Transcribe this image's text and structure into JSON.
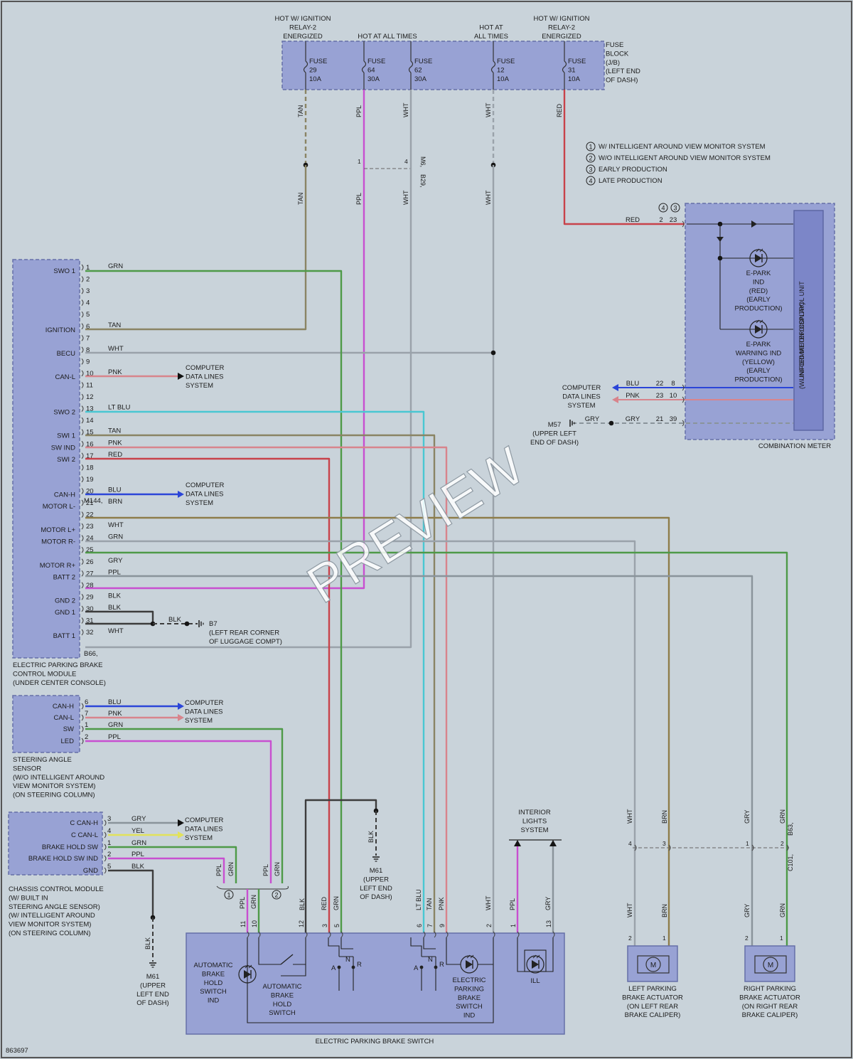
{
  "fuse_block": {
    "top_labels": [
      {
        "lines": [
          "HOT W/ IGNITION",
          "RELAY-2",
          "ENERGIZED"
        ]
      },
      {
        "lines": [
          "HOT AT ALL TIMES"
        ]
      },
      {
        "lines": [
          "HOT AT",
          "ALL TIMES"
        ]
      },
      {
        "lines": [
          "HOT W/ IGNITION",
          "RELAY-2",
          "ENERGIZED"
        ]
      }
    ],
    "name_lines": [
      "FUSE",
      "BLOCK",
      "(J/B)",
      "(LEFT END",
      "OF DASH)"
    ],
    "fuses": [
      {
        "lines": [
          "FUSE",
          "29",
          "10A"
        ]
      },
      {
        "lines": [
          "FUSE",
          "64",
          "30A"
        ]
      },
      {
        "lines": [
          "FUSE",
          "62",
          "30A"
        ]
      },
      {
        "lines": [
          "FUSE",
          "12",
          "10A"
        ]
      },
      {
        "lines": [
          "FUSE",
          "31",
          "10A"
        ]
      }
    ]
  },
  "legend": [
    {
      "num": "1",
      "text": "W/ INTELLIGENT AROUND VIEW MONITOR SYSTEM"
    },
    {
      "num": "2",
      "text": "W/O INTELLIGENT AROUND VIEW MONITOR SYSTEM"
    },
    {
      "num": "3",
      "text": "EARLY PRODUCTION"
    },
    {
      "num": "4",
      "text": "LATE PRODUCTION"
    }
  ],
  "wire_colors": {
    "tan": "#8a8464",
    "ppl": "#c84fd0",
    "wht": "#9aa2aa",
    "red": "#c8424a",
    "grn": "#4e9a48",
    "pnk": "#d8848c",
    "ltblu": "#49c7d2",
    "blu": "#2b45d8",
    "brn": "#8e7d4a",
    "gry": "#8a949b",
    "blk": "#3c3c3c",
    "yel": "#e2e25a",
    "box": "#98a2d4",
    "border": "#6670a8",
    "bg": "#c9d3da"
  },
  "epb_module": {
    "pins": [
      {
        "pin": "1",
        "label": "SWO 1",
        "wire": "GRN"
      },
      {
        "pin": "2",
        "label": "",
        "wire": ""
      },
      {
        "pin": "3",
        "label": "",
        "wire": ""
      },
      {
        "pin": "4",
        "label": "",
        "wire": ""
      },
      {
        "pin": "5",
        "label": "",
        "wire": ""
      },
      {
        "pin": "6",
        "label": "IGNITION",
        "wire": "TAN"
      },
      {
        "pin": "7",
        "label": "",
        "wire": ""
      },
      {
        "pin": "8",
        "label": "BECU",
        "wire": "WHT"
      },
      {
        "pin": "9",
        "label": "",
        "wire": ""
      },
      {
        "pin": "10",
        "label": "CAN-L",
        "wire": "PNK"
      },
      {
        "pin": "11",
        "label": "",
        "wire": ""
      },
      {
        "pin": "12",
        "label": "",
        "wire": ""
      },
      {
        "pin": "13",
        "label": "SWO 2",
        "wire": "LT BLU"
      },
      {
        "pin": "14",
        "label": "",
        "wire": ""
      },
      {
        "pin": "15",
        "label": "SWI 1",
        "wire": "TAN"
      },
      {
        "pin": "16",
        "label": "SW IND",
        "wire": "PNK"
      },
      {
        "pin": "17",
        "label": "SWI 2",
        "wire": "RED"
      },
      {
        "pin": "18",
        "label": "",
        "wire": ""
      },
      {
        "pin": "19",
        "label": "",
        "wire": ""
      },
      {
        "pin": "20",
        "label": "CAN-H",
        "wire": "BLU"
      },
      {
        "pin": "21",
        "label": "MOTOR L-",
        "wire": "BRN"
      },
      {
        "pin": "22",
        "label": "",
        "wire": ""
      },
      {
        "pin": "23",
        "label": "MOTOR L+",
        "wire": "WHT"
      },
      {
        "pin": "24",
        "label": "MOTOR R-",
        "wire": "GRN"
      },
      {
        "pin": "25",
        "label": "",
        "wire": ""
      },
      {
        "pin": "26",
        "label": "MOTOR R+",
        "wire": "GRY"
      },
      {
        "pin": "27",
        "label": "BATT 2",
        "wire": "PPL"
      },
      {
        "pin": "28",
        "label": "",
        "wire": ""
      },
      {
        "pin": "29",
        "label": "GND 2",
        "wire": "BLK"
      },
      {
        "pin": "30",
        "label": "GND 1",
        "wire": "BLK"
      },
      {
        "pin": "31",
        "label": "",
        "wire": ""
      },
      {
        "pin": "32",
        "label": "BATT 1",
        "wire": "WHT"
      }
    ],
    "connector_a": "M144,",
    "connector_b": "B66,",
    "name_lines": [
      "ELECTRIC PARKING BRAKE",
      "CONTROL MODULE",
      "(UNDER CENTER CONSOLE)"
    ]
  },
  "steering_sensor": {
    "pins": [
      {
        "pin": "6",
        "label": "CAN-H",
        "wire": "BLU"
      },
      {
        "pin": "7",
        "label": "CAN-L",
        "wire": "PNK"
      },
      {
        "pin": "1",
        "label": "SW",
        "wire": "GRN"
      },
      {
        "pin": "2",
        "label": "LED",
        "wire": "PPL"
      }
    ],
    "name_lines": [
      "STEERING ANGLE",
      "SENSOR",
      "(W/O INTELLIGENT AROUND",
      "VIEW MONITOR SYSTEM)",
      "(ON STEERING COLUMN)"
    ]
  },
  "chassis_module": {
    "pins": [
      {
        "pin": "3",
        "label": "C CAN-H",
        "wire": "GRY"
      },
      {
        "pin": "4",
        "label": "C CAN-L",
        "wire": "YEL"
      },
      {
        "pin": "1",
        "label": "BRAKE HOLD SW",
        "wire": "GRN"
      },
      {
        "pin": "2",
        "label": "BRAKE HOLD SW IND",
        "wire": "PPL"
      },
      {
        "pin": "5",
        "label": "GND",
        "wire": "BLK"
      }
    ],
    "name_lines": [
      "CHASSIS CONTROL MODULE",
      "(W/ BUILT IN",
      "STEERING ANGLE SENSOR)",
      "(W/ INTELLIGENT AROUND",
      "VIEW MONITOR SYSTEM)",
      "(ON STEERING COLUMN)"
    ]
  },
  "computer_data_lines": [
    "COMPUTER",
    "DATA LINES",
    "SYSTEM"
  ],
  "combination_meter": {
    "pins": [
      {
        "pin_a": "2",
        "pin_b": "23",
        "wire": "RED"
      },
      {
        "pin_a": "22",
        "pin_b": "8",
        "wire": "BLU"
      },
      {
        "pin_a": "23",
        "pin_b": "10",
        "wire": "PNK"
      },
      {
        "pin_a": "21",
        "pin_b": "39",
        "wire": "GRY"
      }
    ],
    "header": [
      "4",
      "3"
    ],
    "epark_ind": [
      "E-PARK",
      "IND",
      "(RED)",
      "(EARLY",
      "PRODUCTION)"
    ],
    "epark_warn": [
      "E-PARK",
      "WARNING IND",
      "(YELLOW)",
      "(EARLY",
      "PRODUCTION)"
    ],
    "unit_lines": [
      "UNIFIED METER CONTROL UNIT",
      "(W/ INFORMATION DISPLAY)"
    ],
    "name": "COMBINATION METER",
    "ground_lines": [
      "M57",
      "(UPPER LEFT",
      "END OF DASH)"
    ]
  },
  "grounds": {
    "b7": [
      "B7",
      "(LEFT REAR CORNER",
      "OF LUGGAGE COMPT)"
    ],
    "m61": [
      "M61",
      "(UPPER",
      "LEFT END",
      "OF DASH)"
    ]
  },
  "connectors": {
    "m6": "M6,",
    "b29": "B29,",
    "b63": "B63,",
    "c101": "C101,"
  },
  "interior_lights": [
    "INTERIOR",
    "LIGHTS",
    "SYSTEM"
  ],
  "switch": {
    "name": "ELECTRIC PARKING BRAKE SWITCH",
    "pins": [
      "11",
      "10",
      "12",
      "3",
      "5",
      "6",
      "7",
      "9",
      "2",
      "1",
      "13"
    ],
    "auto_ind": [
      "AUTOMATIC",
      "BRAKE",
      "HOLD",
      "SWITCH",
      "IND"
    ],
    "auto_sw": [
      "AUTOMATIC",
      "BRAKE",
      "HOLD",
      "SWITCH"
    ],
    "epb_ind": [
      "ELECTRIC",
      "PARKING",
      "BRAKE",
      "SWITCH",
      "IND"
    ],
    "ill": "ILL",
    "anr": [
      "A",
      "N",
      "R"
    ]
  },
  "actuators": {
    "left": [
      "LEFT PARKING",
      "BRAKE ACTUATOR",
      "(ON LEFT REAR",
      "BRAKE CALIPER)"
    ],
    "right": [
      "RIGHT PARKING",
      "BRAKE ACTUATOR",
      "(ON RIGHT REAR",
      "BRAKE CALIPER)"
    ],
    "m": "M"
  },
  "watermark": "PREVIEW",
  "figure_id": "863697"
}
